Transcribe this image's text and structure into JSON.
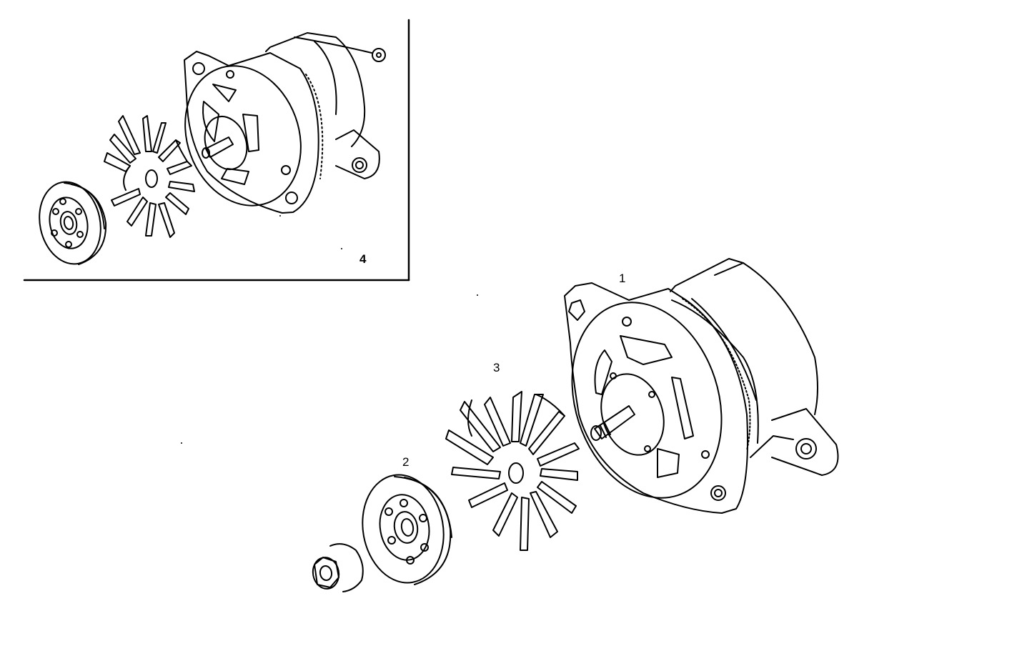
{
  "diagram": {
    "type": "exploded-parts-view",
    "subject": "alternator assembly",
    "colors": {
      "line": "#000000",
      "background": "#ffffff"
    },
    "callouts": [
      {
        "id": "1",
        "label": "1",
        "part": "alternator-body"
      },
      {
        "id": "2",
        "label": "2",
        "part": "pulley"
      },
      {
        "id": "3",
        "label": "3",
        "part": "cooling-fan"
      },
      {
        "id": "4",
        "label": "4",
        "part": "inset-alternator-variant"
      }
    ],
    "inset": {
      "label": "4"
    }
  }
}
